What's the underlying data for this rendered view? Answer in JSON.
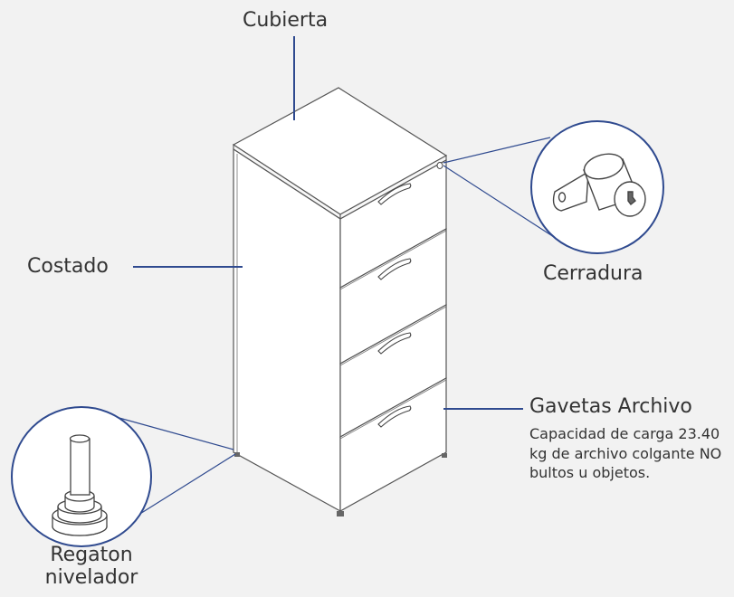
{
  "labels": {
    "cubierta": "Cubierta",
    "costado": "Costado",
    "cerradura": "Cerradura",
    "gavetas_title": "Gavetas Archivo",
    "gavetas_desc": "Capacidad de carga 23.40 kg de archivo colgante NO bultos u objetos.",
    "regaton_line1": "Regaton",
    "regaton_line2": "nivelador"
  },
  "colors": {
    "background": "#f2f2f2",
    "leader_lines": "#2f4a8f",
    "outline": "#555555",
    "text": "#333333"
  }
}
